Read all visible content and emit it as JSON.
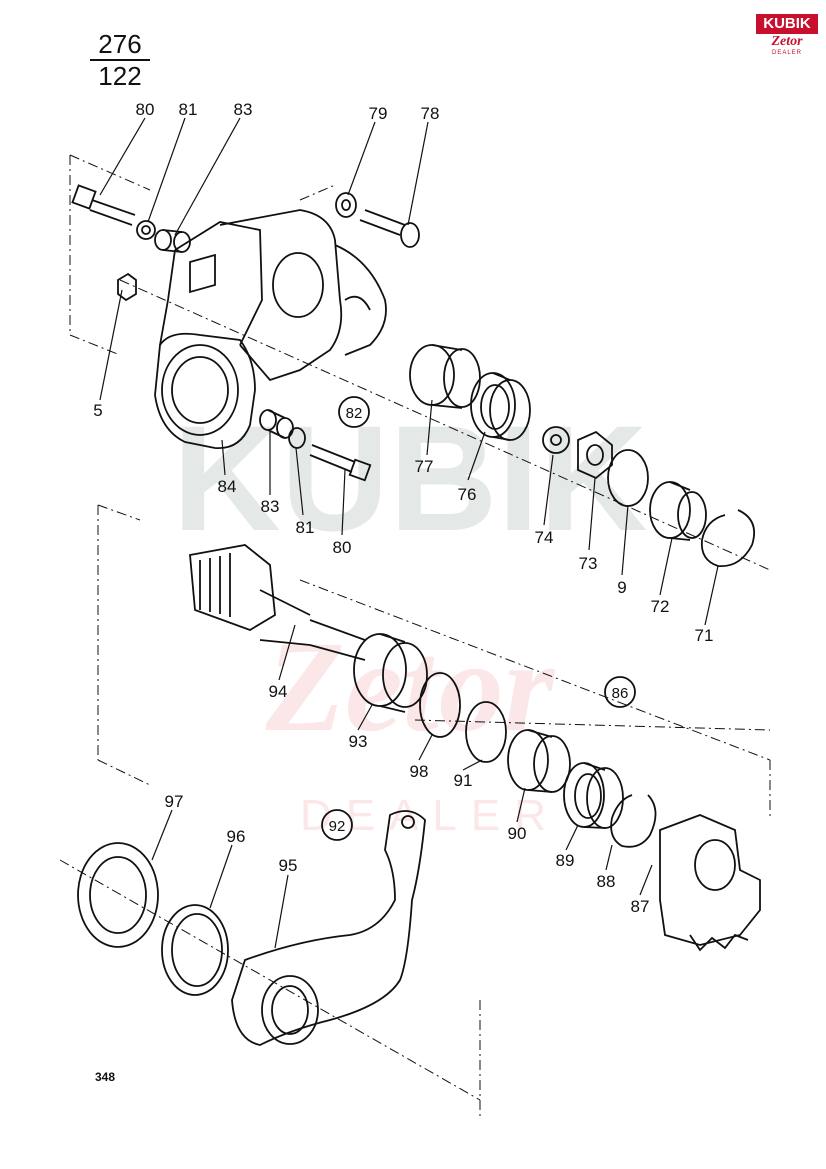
{
  "header": {
    "numerator": "276",
    "denominator": "122"
  },
  "logo": {
    "brand": "KUBIK",
    "sub": "Zetor",
    "tag": "DEALER",
    "color": "#c8102e"
  },
  "page_number": "348",
  "watermark": {
    "brand": "KUBIK",
    "sub": "Zetor",
    "tag": "DEALER"
  },
  "labels": {
    "l80a": "80",
    "l81a": "81",
    "l83a": "83",
    "l79": "79",
    "l78": "78",
    "l5": "5",
    "l84": "84",
    "l83b": "83",
    "l81b": "81",
    "l80b": "80",
    "l77": "77",
    "l76": "76",
    "l74": "74",
    "l73": "73",
    "l9": "9",
    "l72": "72",
    "l71": "71",
    "l94": "94",
    "l93": "93",
    "l98": "98",
    "l91": "91",
    "l90": "90",
    "l89": "89",
    "l88": "88",
    "l87": "87",
    "l97": "97",
    "l96": "96",
    "l95": "95"
  },
  "groups": {
    "g82": "82",
    "g86": "86",
    "g92": "92"
  }
}
